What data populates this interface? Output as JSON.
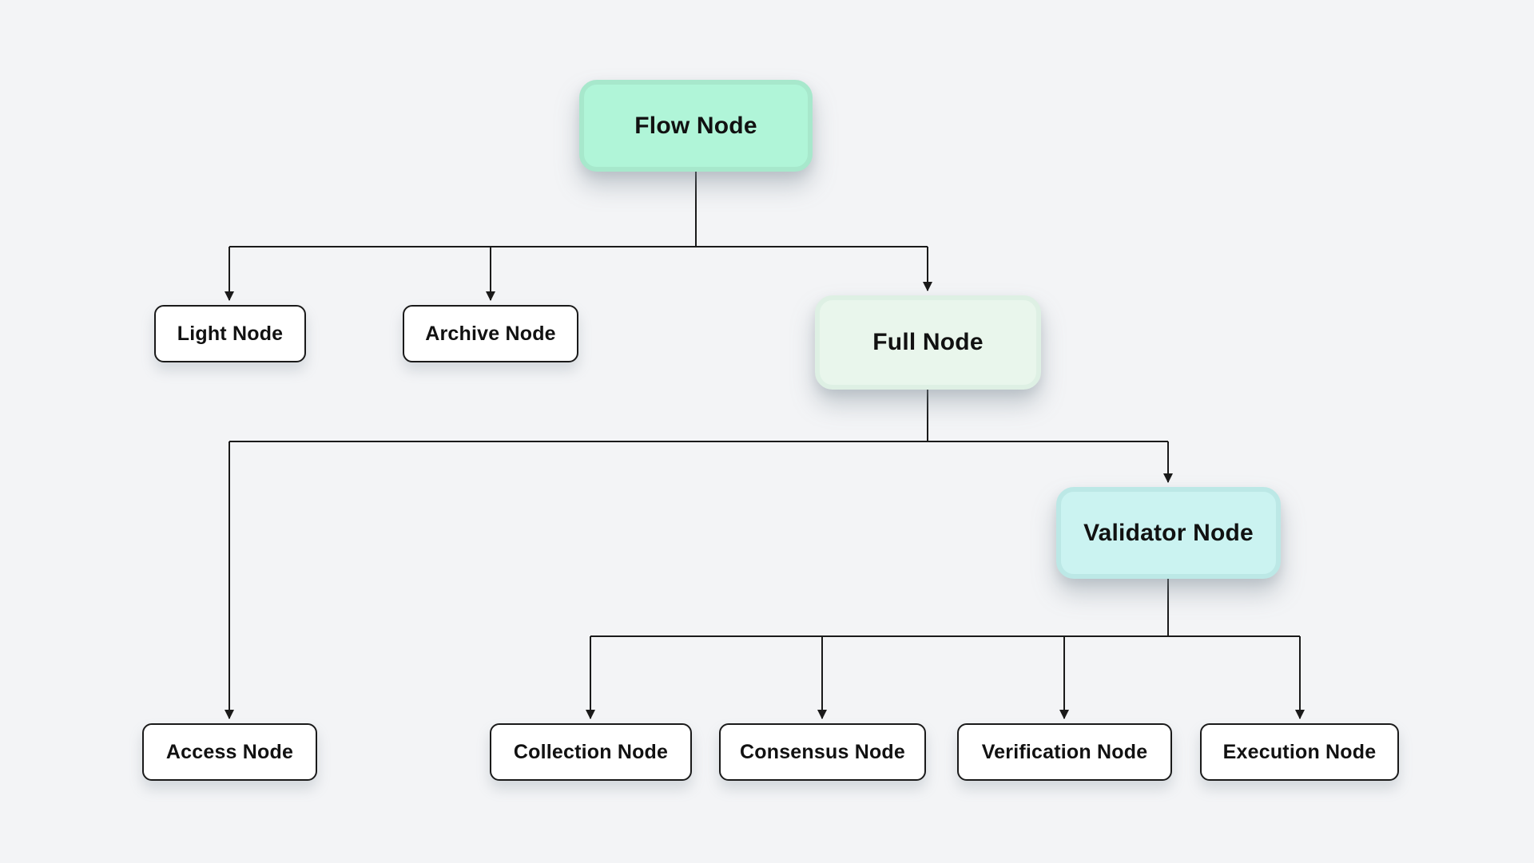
{
  "diagram": {
    "type": "tree-flowchart",
    "colors": {
      "background": "#f3f4f6",
      "line": "#1a1a1a",
      "text": "#111111",
      "flow_fill": "#b0f5d8",
      "full_fill": "#e9f6ec",
      "validator_fill": "#cbf3f1",
      "plain_fill": "#ffffff",
      "plain_border": "#1a1a1a"
    },
    "nodes": {
      "flow": {
        "label": "Flow Node",
        "fill": "#b0f5d8",
        "style": "highlighted-mint"
      },
      "light": {
        "label": "Light Node",
        "fill": "#ffffff",
        "style": "plain"
      },
      "archive": {
        "label": "Archive Node",
        "fill": "#ffffff",
        "style": "plain"
      },
      "full": {
        "label": "Full Node",
        "fill": "#e9f6ec",
        "style": "highlighted-pale-mint"
      },
      "access": {
        "label": "Access Node",
        "fill": "#ffffff",
        "style": "plain"
      },
      "validator": {
        "label": "Validator Node",
        "fill": "#cbf3f1",
        "style": "highlighted-cyan"
      },
      "collection": {
        "label": "Collection Node",
        "fill": "#ffffff",
        "style": "plain"
      },
      "consensus": {
        "label": "Consensus Node",
        "fill": "#ffffff",
        "style": "plain"
      },
      "verification": {
        "label": "Verification Node",
        "fill": "#ffffff",
        "style": "plain"
      },
      "execution": {
        "label": "Execution Node",
        "fill": "#ffffff",
        "style": "plain"
      }
    },
    "edges": [
      {
        "from": "flow",
        "to": "light"
      },
      {
        "from": "flow",
        "to": "archive"
      },
      {
        "from": "flow",
        "to": "full"
      },
      {
        "from": "full",
        "to": "access"
      },
      {
        "from": "full",
        "to": "validator"
      },
      {
        "from": "validator",
        "to": "collection"
      },
      {
        "from": "validator",
        "to": "consensus"
      },
      {
        "from": "validator",
        "to": "verification"
      },
      {
        "from": "validator",
        "to": "execution"
      }
    ]
  }
}
